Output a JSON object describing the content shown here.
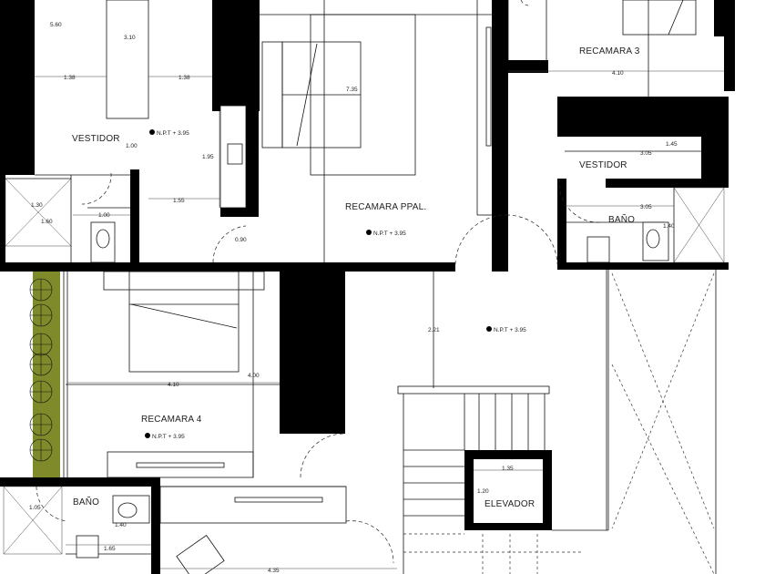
{
  "rooms": {
    "vestidor_1": "VESTIDOR",
    "recamara_ppal": "RECAMARA PPAL.",
    "recamara_3": "RECAMARA 3",
    "vestidor_2": "VESTIDOR",
    "bano_2": "BAÑO",
    "recamara_4": "RECAMARA 4",
    "bano_1": "BAÑO",
    "elevador": "ELEVADOR"
  },
  "levels": {
    "vestidor": "N.P.T + 3.95",
    "recamara_ppal": "N.P.T + 3.95",
    "hall": "N.P.T + 3.95",
    "recamara_4": "N.P.T + 3.95"
  },
  "dimensions": {
    "d_5_60": "5.60",
    "d_3_10": "3.10",
    "d_1_38_a": "1.38",
    "d_1_38_b": "1.38",
    "d_1_00_a": "1.00",
    "d_1_95": "1.95",
    "d_1_55": "1.55",
    "d_1_30": "1.30",
    "d_1_60": "1.60",
    "d_1_00_b": "1.00",
    "d_0_90": "0.90",
    "d_7_35": "7.35",
    "d_4_10_a": "4.10",
    "d_1_45": "1.45",
    "d_3_05_a": "3.05",
    "d_3_05_b": "3.05",
    "d_1_40_a": "1.40",
    "d_2_21": "2.21",
    "d_4_10_b": "4.10",
    "d_4_00": "4.00",
    "d_1_35": "1.35",
    "d_1_20": "1.20",
    "d_1_05": "1.05",
    "d_1_40_b": "1.40",
    "d_1_65": "1.65",
    "d_4_35": "4.35"
  },
  "colors": {
    "wall": "#000000",
    "planter": "#7f8a2a"
  }
}
